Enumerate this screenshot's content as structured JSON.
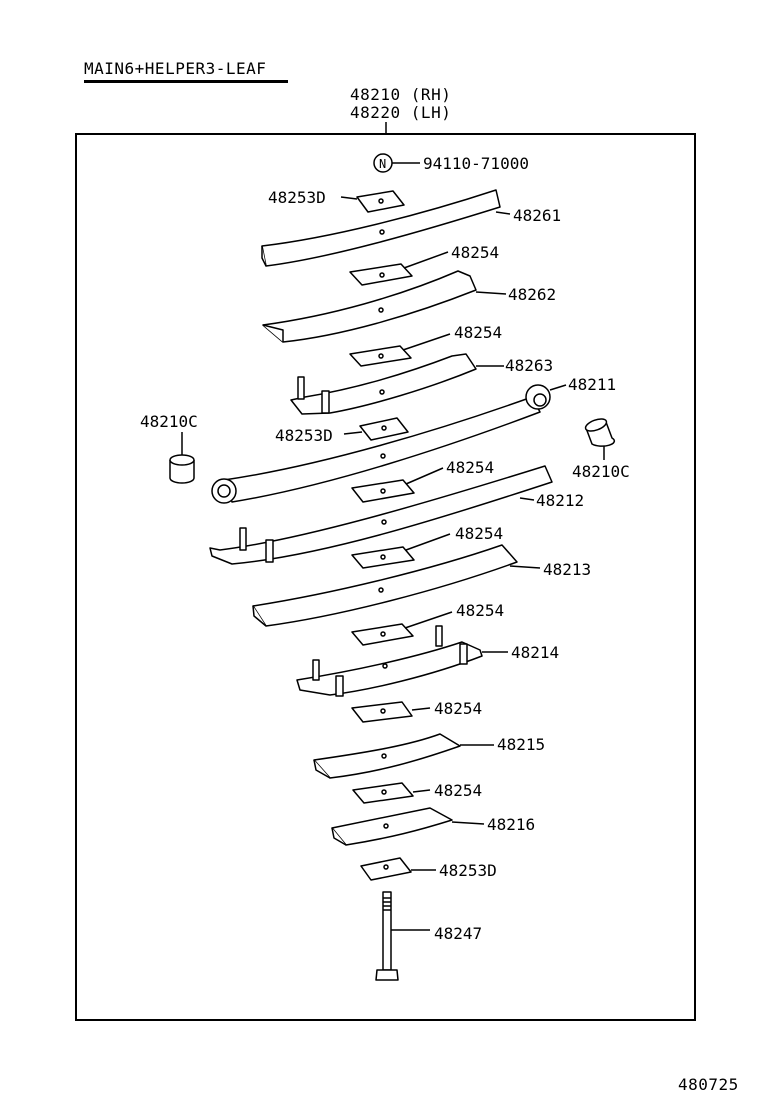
{
  "title": "MAIN6+HELPER3-LEAF",
  "figure_number": "480725",
  "assembly": {
    "rh": "48210 (RH)",
    "lh": "48220 (LH)"
  },
  "callouts": {
    "nut_symbol": "N",
    "nut": "94110-71000",
    "pad_top": "48253D",
    "leaf_48261": "48261",
    "pad_1": "48254",
    "leaf_48262": "48262",
    "pad_2": "48254",
    "leaf_48263": "48263",
    "leaf_48211": "48211",
    "bushing_left": "48210C",
    "pad_mid": "48253D",
    "bushing_right": "48210C",
    "pad_3": "48254",
    "leaf_48212": "48212",
    "pad_4": "48254",
    "leaf_48213": "48213",
    "pad_5": "48254",
    "leaf_48214": "48214",
    "pad_6": "48254",
    "leaf_48215": "48215",
    "pad_7": "48254",
    "leaf_48216": "48216",
    "pad_bottom": "48253D",
    "center_bolt": "48247"
  }
}
